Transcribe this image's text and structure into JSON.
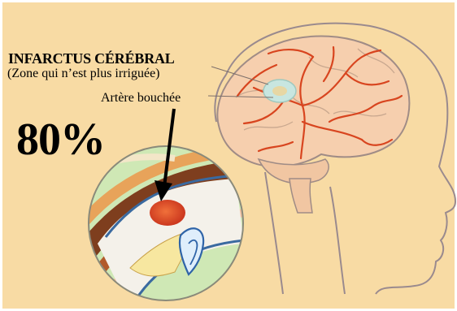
{
  "labels": {
    "title": "INFARCTUS CÉRÉBRAL",
    "subtitle": "(Zone qui n’est plus irriguée)",
    "artery": "Artère bouchée",
    "percentage": "80%"
  },
  "colors": {
    "background": "#f8dba4",
    "head_outline": "#9a8a8e",
    "brain_fill": "#f6cfae",
    "vessels": "#d8451f",
    "lens_fill": "#cfe8b5",
    "clot": "#e0462a",
    "infarct_zone": "#c8e6e0"
  },
  "icons": {
    "arrow": "arrow-down-icon",
    "magnifier": "magnified-artery-view"
  }
}
